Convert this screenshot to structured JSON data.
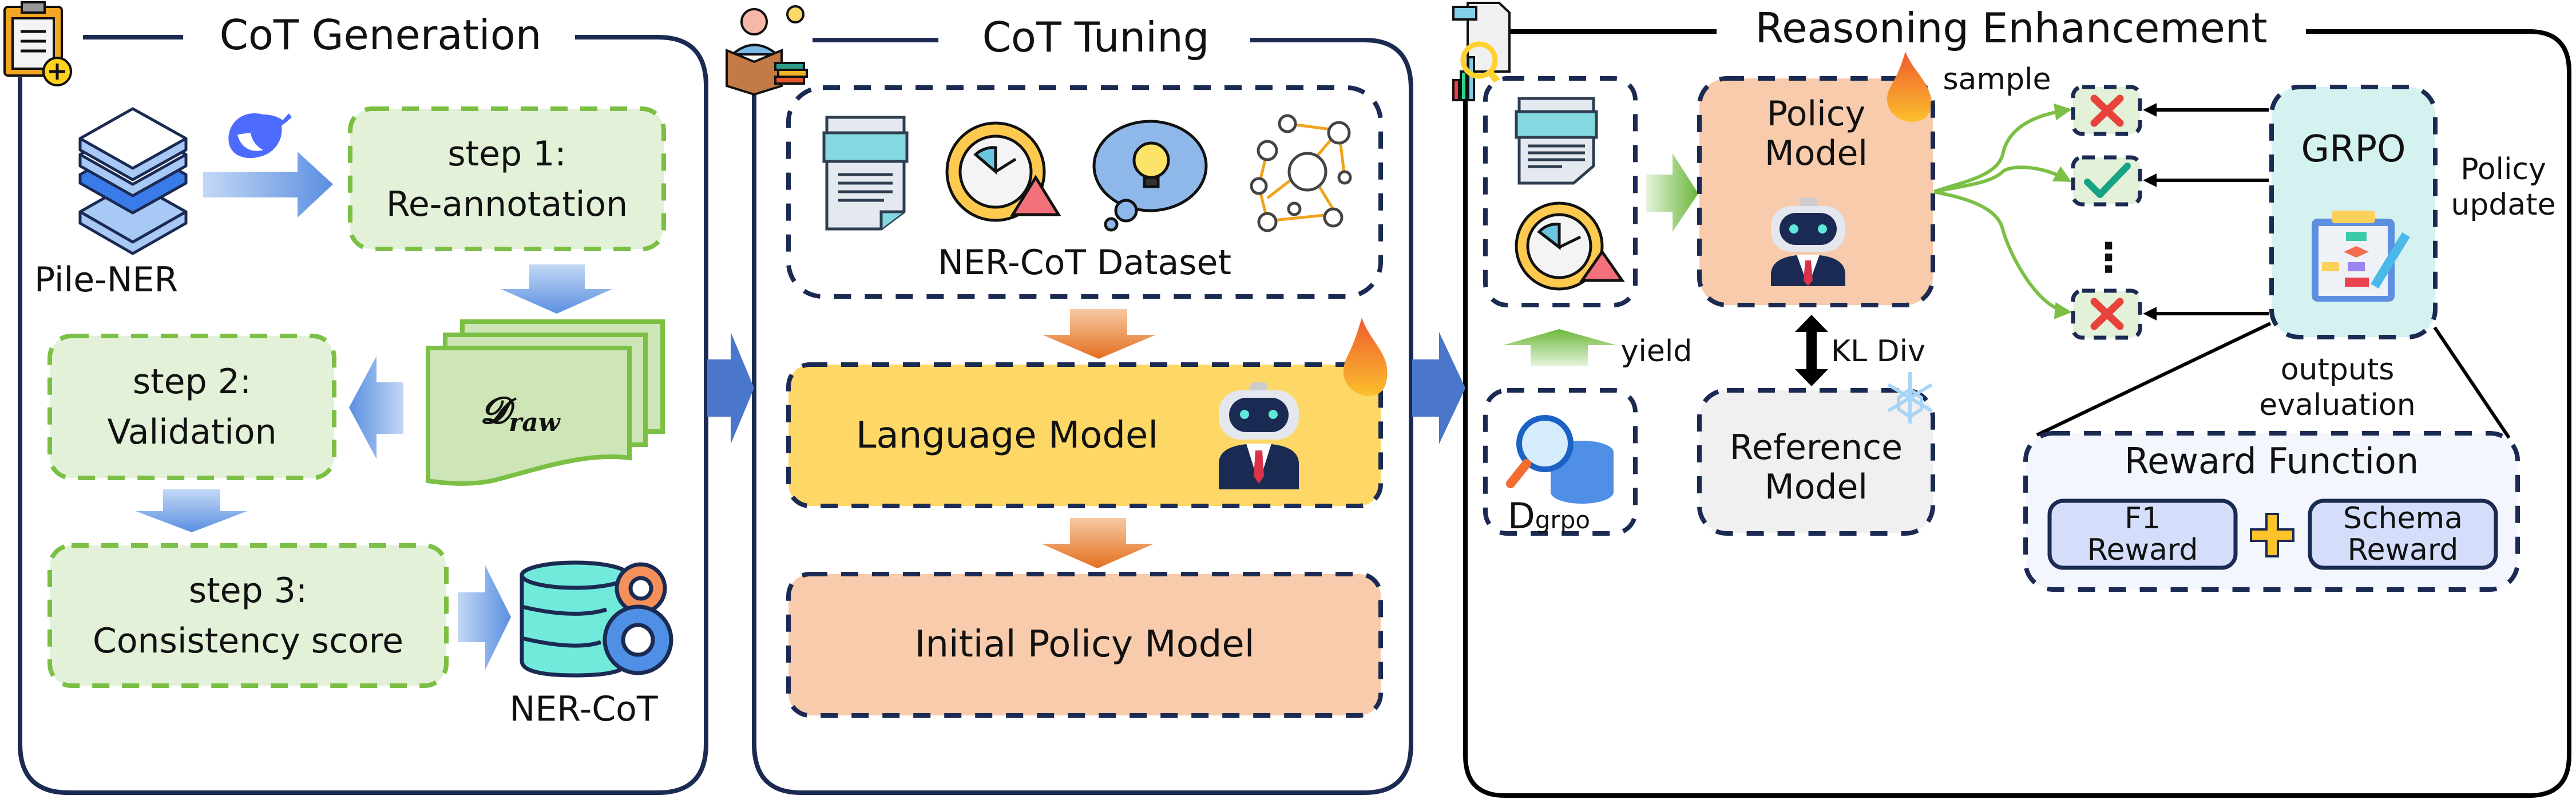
{
  "panels": {
    "cot_generation": {
      "title": "CoT Generation",
      "source_label": "Pile-NER",
      "step1": {
        "title": "step 1:",
        "label": "Re-annotation"
      },
      "raw_dataset": {
        "symbol": "𝓓",
        "subscript": "raw"
      },
      "step2": {
        "title": "step 2:",
        "label": "Validation"
      },
      "step3": {
        "title": "step 3:",
        "label": "Consistency score"
      },
      "output_label": "NER-CoT"
    },
    "cot_tuning": {
      "title": "CoT Tuning",
      "dataset_label": "NER-CoT Dataset",
      "language_model": "Language Model",
      "initial_policy": "Initial Policy Model"
    },
    "reasoning_enhancement": {
      "title": "Reasoning Enhancement",
      "policy_model": "Policy Model",
      "reference_model": "Reference Model",
      "dataset": {
        "symbol": "D",
        "subscript": "grpo"
      },
      "yield_label": "yield",
      "kl_label": "KL Div",
      "sample_label": "sample",
      "grpo_label": "GRPO",
      "policy_update_label": "Policy update",
      "outputs_eval_label": "outputs evaluation",
      "ellipsis": "⋮",
      "outputs": [
        "wrong",
        "correct",
        "wrong"
      ],
      "reward_function": {
        "title": "Reward Function",
        "f1": "F1 Reward",
        "schema": "Schema Reward",
        "plus": "+"
      }
    }
  },
  "colors": {
    "panel_border": "#1b2a52",
    "green_dash": "#7bbf44",
    "green_fill": "#e3f1d9",
    "blue_arrow": "#4a76cb",
    "orange_arrow": "#e8782a",
    "yellow_fill": "#fdd866",
    "peach_fill": "#f7cbab",
    "grey_fill": "#f0f0f0",
    "cyan_fill": "#d3f2f0",
    "reward_fill": "#f3f6fd",
    "reward_item_fill": "#d4defa"
  }
}
